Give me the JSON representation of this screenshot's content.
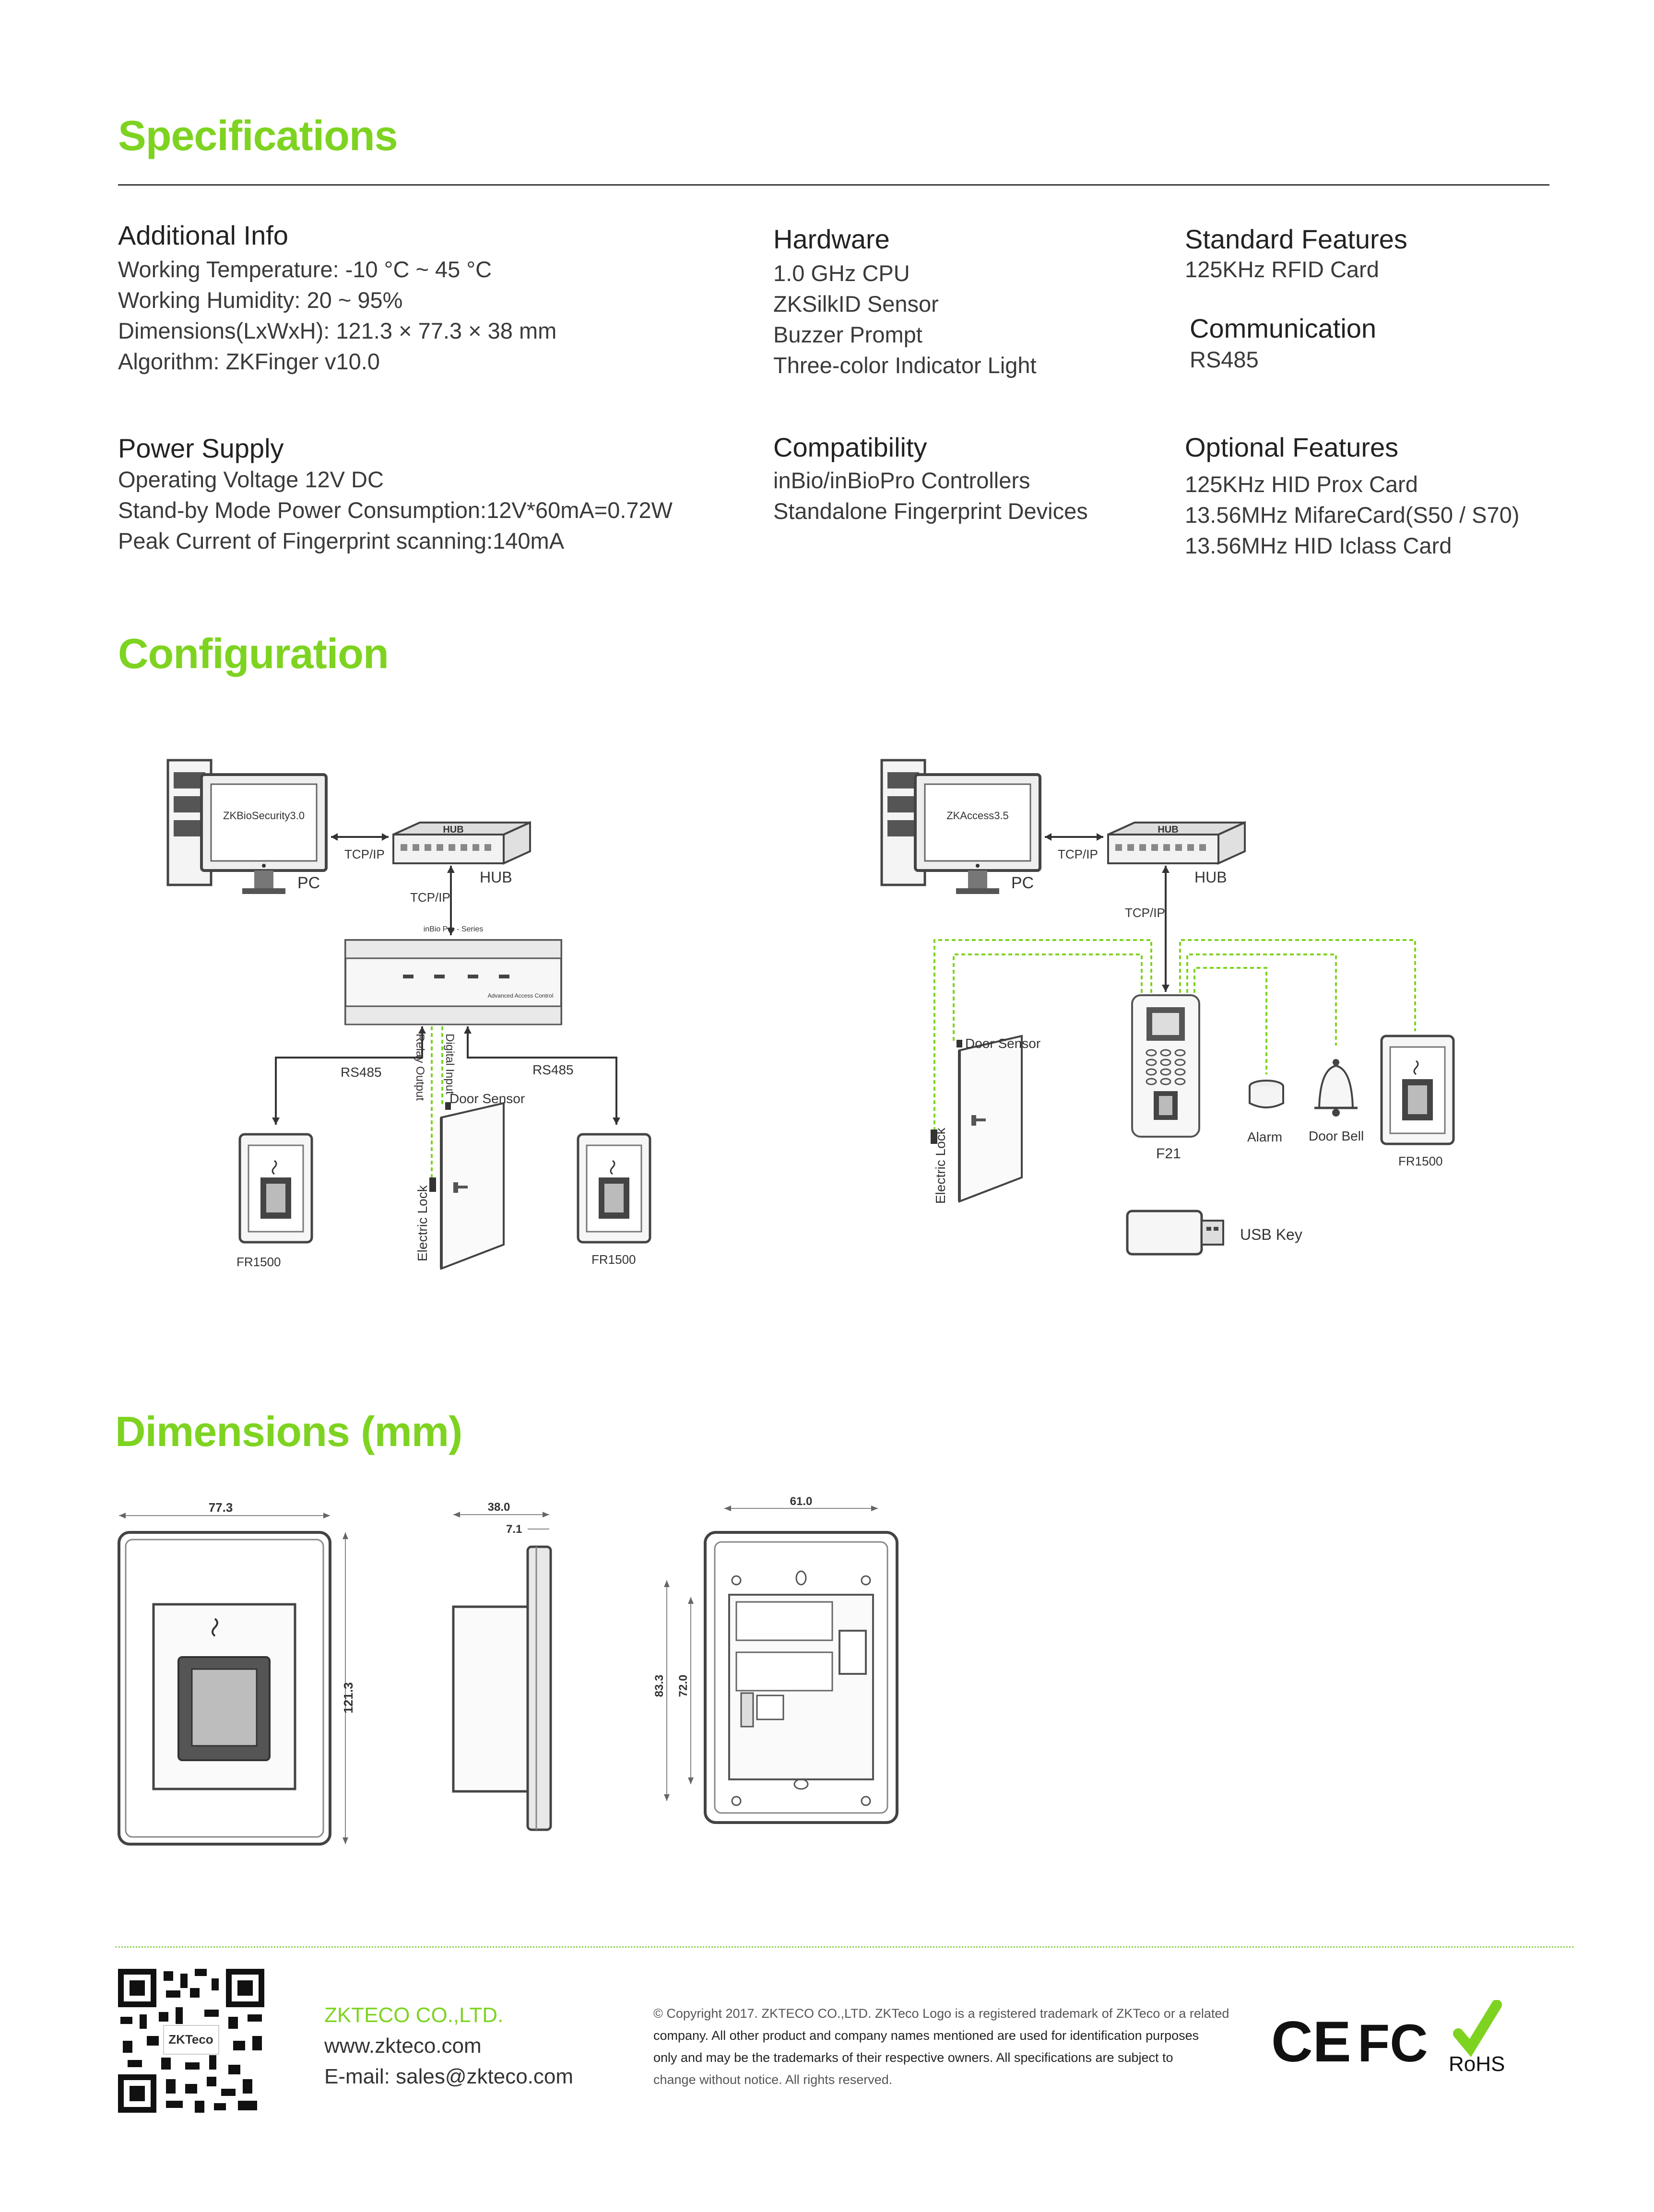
{
  "specifications": {
    "title": "Specifications",
    "sections": {
      "additional_info": {
        "title": "Additional Info",
        "lines": [
          "Working Temperature: -10 °C ~ 45 °C",
          "Working Humidity: 20 ~ 95%",
          "Dimensions(LxWxH): 121.3 × 77.3 × 38 mm",
          "Algorithm: ZKFinger  v10.0"
        ]
      },
      "hardware": {
        "title": "Hardware",
        "lines": [
          "1.0 GHz CPU",
          "ZKSilkID Sensor",
          "Buzzer Prompt",
          "Three-color Indicator Light"
        ]
      },
      "standard_features": {
        "title": "Standard Features",
        "lines": [
          "125KHz RFID Card"
        ]
      },
      "communication": {
        "title": "Communication",
        "lines": [
          "RS485"
        ]
      },
      "power_supply": {
        "title": "Power Supply",
        "lines": [
          "Operating Voltage 12V DC",
          "Stand-by Mode Power Consumption:12V*60mA=0.72W",
          "Peak Current of Fingerprint scanning:140mA"
        ]
      },
      "compatibility": {
        "title": "Compatibility",
        "lines": [
          "inBio/inBioPro Controllers",
          "Standalone Fingerprint Devices"
        ]
      },
      "optional_features": {
        "title": "Optional Features",
        "lines": [
          "125KHz HID Prox Card",
          "13.56MHz MifareCard(S50 / S70)",
          "13.56MHz HID Iclass Card"
        ]
      }
    }
  },
  "configuration": {
    "title": "Configuration",
    "left": {
      "pc_screen": "ZKBioSecurity3.0",
      "pc_label": "PC",
      "hub_label": "HUB",
      "hub_text": "HUB",
      "tcpip_1": "TCP/IP",
      "tcpip_2": "TCP/IP",
      "controller_label": "inBio Pro - Series",
      "controller_sub": "Advanced Access Control",
      "rs485_left": "RS485",
      "rs485_right": "RS485",
      "relay_output": "Relay Output",
      "digital_input": "Digital Input",
      "door_sensor": "Door Sensor",
      "electric_lock": "Electric Lock",
      "reader_left": "FR1500",
      "reader_right": "FR1500"
    },
    "right": {
      "pc_screen": "ZKAccess3.5",
      "pc_label": "PC",
      "hub_label": "HUB",
      "hub_text": "HUB",
      "tcpip_1": "TCP/IP",
      "tcpip_2": "TCP/IP",
      "door_sensor": "Door Sensor",
      "electric_lock": "Electric Lock",
      "terminal": "F21",
      "alarm": "Alarm",
      "door_bell": "Door Bell",
      "reader": "FR1500",
      "usb_key": "USB Key"
    }
  },
  "dimensions": {
    "title": "Dimensions (mm)",
    "front_width": "77.3",
    "front_height": "121.3",
    "side_depth": "38.0",
    "side_plate": "7.1",
    "back_width": "61.0",
    "back_outer": "83.3",
    "back_inner": "72.0"
  },
  "footer": {
    "company_name": "ZKTECO CO.,LTD.",
    "website": "www.zkteco.com",
    "email": "E-mail: sales@zkteco.com",
    "qr_logo": "ZKTeco",
    "legal": [
      "© Copyright 2017. ZKTECO CO.,LTD. ZKTeco Logo is a registered trademark of ZKTeco or a related",
      "company. All other product and company names mentioned are used for identification purposes",
      "only and may be the trademarks of their respective owners. All specifications are subject to",
      "change without notice. All rights reserved."
    ],
    "cert_ce": "CE",
    "cert_fc": "FC",
    "cert_rohs": "RoHS"
  },
  "colors": {
    "accent": "#7ed321",
    "text": "#2b2b2b",
    "line": "#3a3a3a",
    "dotted": "#8ad04a"
  }
}
